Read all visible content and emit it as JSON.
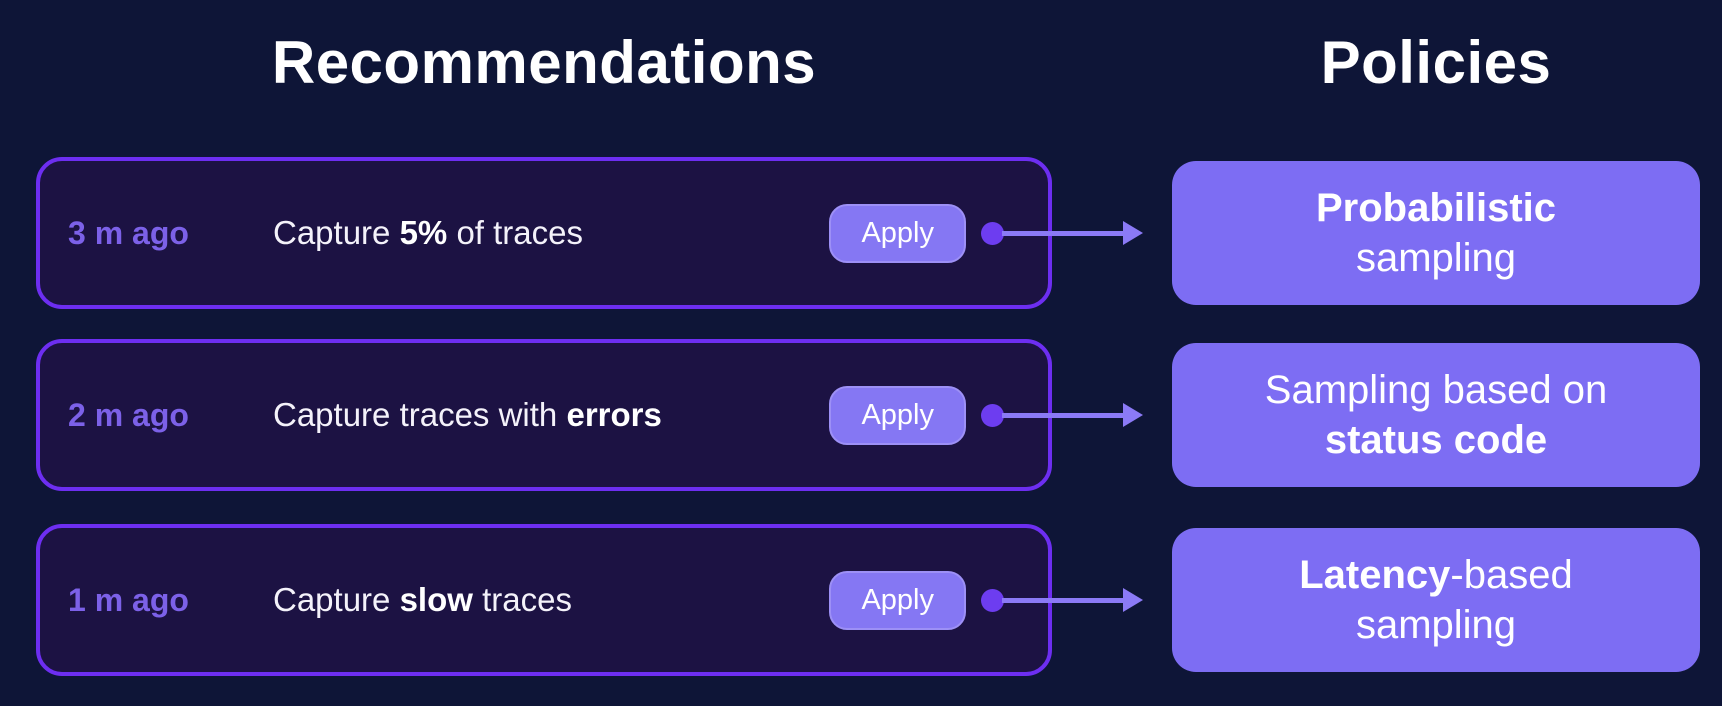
{
  "colors": {
    "background": "#0E1537",
    "card_background": "#1C1243",
    "card_border": "#6D2EF1",
    "apply_button": "#8577F3",
    "policy_card": "#7D6DF3",
    "timestamp_text": "#7C61E8",
    "arrow": "#8B7AF6",
    "text": "#FFFFFF"
  },
  "headers": {
    "left": "Recommendations",
    "right": "Policies"
  },
  "rows": [
    {
      "time": "3 m ago",
      "desc": {
        "pre": "Capture ",
        "bold": "5%",
        "post": " of traces"
      },
      "apply_label": "Apply",
      "policy": {
        "line1": {
          "pre": "",
          "bold": "Probabilistic",
          "post": ""
        },
        "line2": {
          "pre": "sampling",
          "bold": "",
          "post": ""
        }
      }
    },
    {
      "time": "2 m ago",
      "desc": {
        "pre": "Capture traces with ",
        "bold": "errors",
        "post": ""
      },
      "apply_label": "Apply",
      "policy": {
        "line1": {
          "pre": "Sampling based on",
          "bold": "",
          "post": ""
        },
        "line2": {
          "pre": "",
          "bold": "status code",
          "post": ""
        }
      }
    },
    {
      "time": "1 m ago",
      "desc": {
        "pre": "Capture ",
        "bold": "slow",
        "post": " traces"
      },
      "apply_label": "Apply",
      "policy": {
        "line1": {
          "pre": "",
          "bold": "Latency",
          "post": "-based"
        },
        "line2": {
          "pre": "sampling",
          "bold": "",
          "post": ""
        }
      }
    }
  ]
}
